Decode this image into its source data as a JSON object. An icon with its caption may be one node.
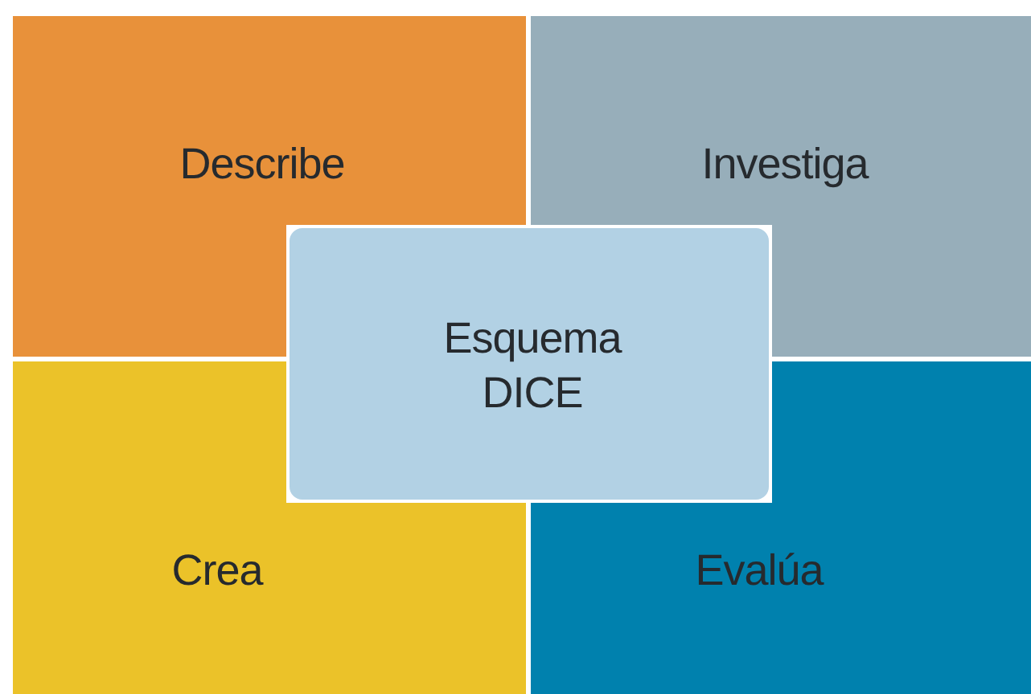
{
  "diagram": {
    "nodes": [
      {
        "text": [
          "Describe"
        ]
      },
      {
        "text": [
          "Investiga"
        ]
      },
      {
        "text": [
          "Esquema DICE"
        ]
      },
      {
        "text": [
          "Crea"
        ]
      },
      {
        "text": [
          "Evalúa"
        ]
      }
    ]
  }
}
